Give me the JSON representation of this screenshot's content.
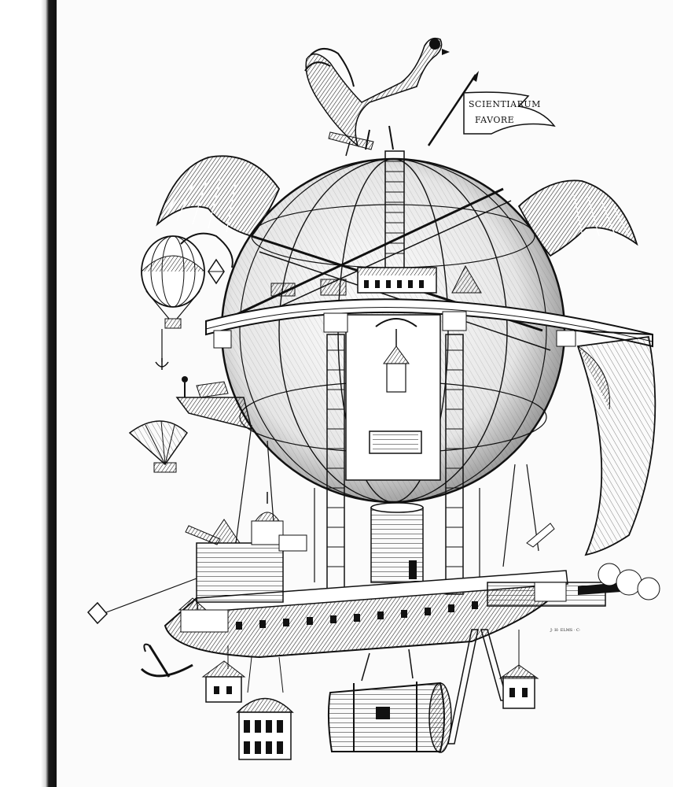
{
  "artwork": {
    "banner_line1": "SCIENTIARUM",
    "banner_line2": "FAVORE",
    "signature": "J· H· ELMS · C·"
  },
  "colors": {
    "ink": "#111111",
    "paper": "#fbfbfb",
    "canvas_edge": "#111111"
  }
}
